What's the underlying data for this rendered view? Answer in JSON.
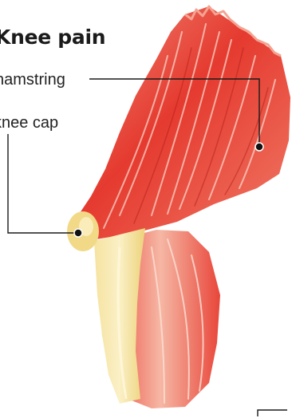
{
  "title": "Knee pain",
  "labels": {
    "hamstring": "hamstring",
    "kneecap": "knee cap"
  },
  "colors": {
    "muscle": "#e53a2f",
    "muscle_light": "#f39a86",
    "bone": "#f2dc86",
    "bone_light": "#fbefc4",
    "leader": "#1a1a1a"
  }
}
